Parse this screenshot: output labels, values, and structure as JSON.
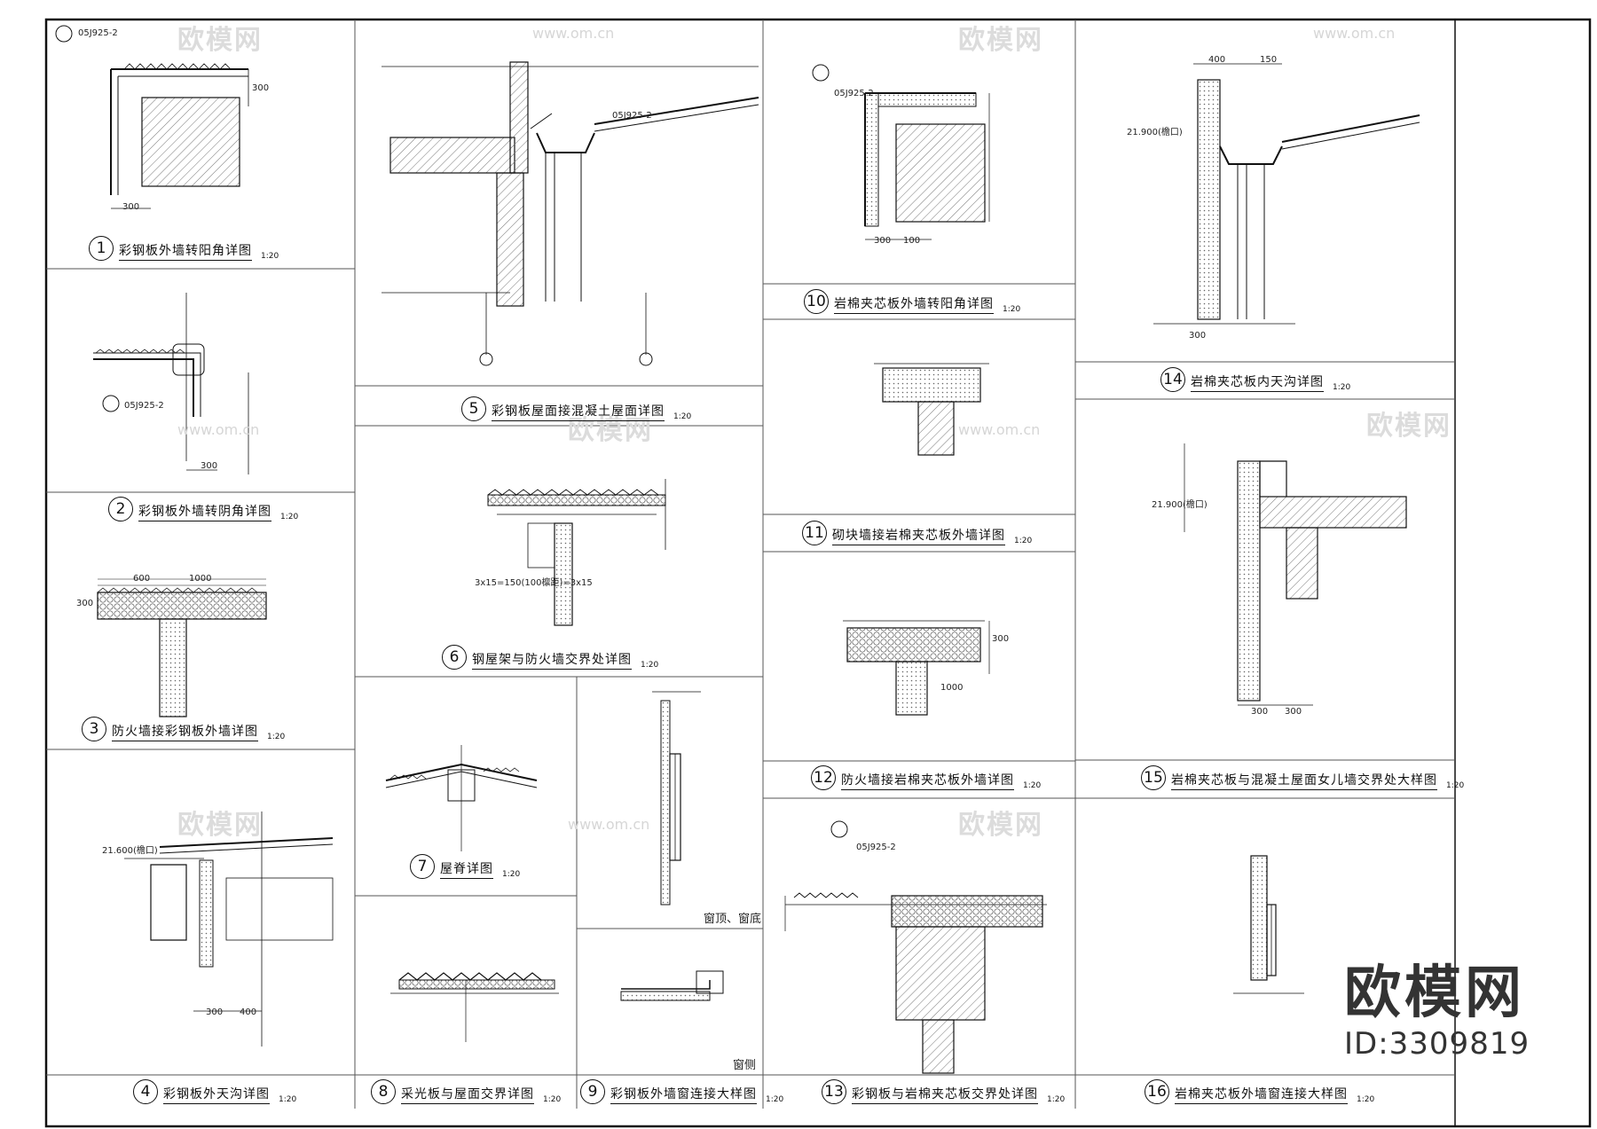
{
  "details": [
    {
      "num": "1",
      "title": "彩钢板外墙转阳角详图",
      "scale": "1:20"
    },
    {
      "num": "2",
      "title": "彩钢板外墙转阴角详图",
      "scale": "1:20"
    },
    {
      "num": "3",
      "title": "防火墙接彩钢板外墙详图",
      "scale": "1:20"
    },
    {
      "num": "4",
      "title": "彩钢板外天沟详图",
      "scale": "1:20"
    },
    {
      "num": "5",
      "title": "彩钢板屋面接混凝土屋面详图",
      "scale": "1:20"
    },
    {
      "num": "6",
      "title": "钢屋架与防火墙交界处详图",
      "scale": "1:20"
    },
    {
      "num": "7",
      "title": "屋脊详图",
      "scale": "1:20"
    },
    {
      "num": "8",
      "title": "采光板与屋面交界详图",
      "scale": "1:20"
    },
    {
      "num": "9",
      "title": "彩钢板外墙窗连接大样图",
      "scale": "1:20"
    },
    {
      "num": "10",
      "title": "岩棉夹芯板外墙转阳角详图",
      "scale": "1:20"
    },
    {
      "num": "11",
      "title": "砌块墙接岩棉夹芯板外墙详图",
      "scale": "1:20"
    },
    {
      "num": "12",
      "title": "防火墙接岩棉夹芯板外墙详图",
      "scale": "1:20"
    },
    {
      "num": "13",
      "title": "彩钢板与岩棉夹芯板交界处详图",
      "scale": "1:20"
    },
    {
      "num": "14",
      "title": "岩棉夹芯板内天沟详图",
      "scale": "1:20"
    },
    {
      "num": "15",
      "title": "岩棉夹芯板与混凝土屋面女儿墙交界处大样图",
      "scale": "1:20"
    },
    {
      "num": "16",
      "title": "岩棉夹芯板外墙窗连接大样图",
      "scale": "1:20"
    }
  ],
  "labels": {
    "ref_code": "05J925-2",
    "d1_dim_a": "300",
    "d1_dim_b": "300",
    "d2_dim": "300",
    "d3_dim_a": "600",
    "d3_dim_b": "1000",
    "d3_dim_c": "300",
    "d4_elev": "21.600(檐口)",
    "d4_dim_a": "300",
    "d4_dim_b": "400",
    "d6_note": "3x15=150(100檩距)=3x15",
    "d9_sub_a": "窗顶、窗底",
    "d9_sub_b": "窗侧",
    "d10_dim_a": "300",
    "d10_dim_b": "100",
    "d12_dim_a": "300",
    "d12_dim_b": "1000",
    "d14_elev": "21.900(檐口)",
    "d14_dim_a": "400",
    "d14_dim_b": "150",
    "d14_dim_c": "300",
    "d15_elev": "21.900(檐口)",
    "d15_dim_a": "300",
    "d15_dim_b": "300"
  },
  "watermark": {
    "text": "欧模网",
    "url": "www.om.cn"
  },
  "brand": {
    "name": "欧模网",
    "id": "ID:3309819"
  }
}
